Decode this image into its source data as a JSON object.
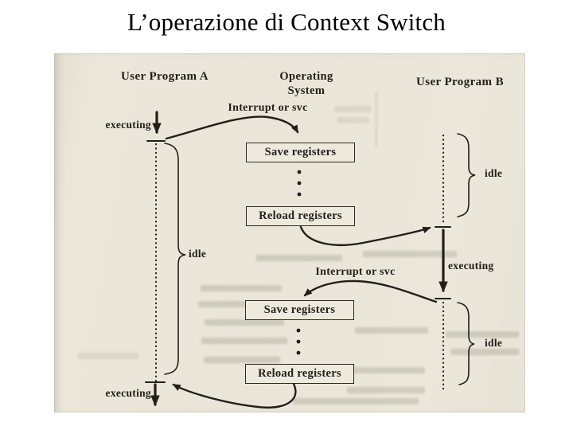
{
  "slide": {
    "title": "L’operazione di Context Switch"
  },
  "figure": {
    "columns": {
      "program_a": "User Program A",
      "os": "Operating\nSystem",
      "program_b": "User Program B"
    },
    "labels": {
      "executing_a_top": "executing",
      "interrupt_1": "Interrupt or svc",
      "idle_a": "idle",
      "idle_b_top": "idle",
      "executing_b": "executing",
      "interrupt_2": "Interrupt or svc",
      "idle_b_bottom": "idle",
      "executing_a_bottom": "executing"
    },
    "boxes": {
      "save_1": "Save registers",
      "reload_1": "Reload registers",
      "save_2": "Save registers",
      "reload_2": "Reload registers"
    },
    "colors": {
      "paper": "#e9e5d8",
      "ink": "#211f1a",
      "box_fill": "#edeadd"
    }
  }
}
